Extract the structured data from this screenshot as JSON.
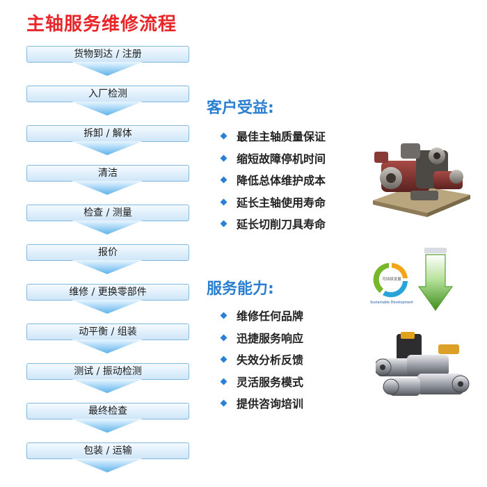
{
  "title": "主轴服务维修流程",
  "steps": [
    "货物到达 / 注册",
    "入厂检测",
    "拆卸 / 解体",
    "清洁",
    "检查 / 测量",
    "报价",
    "维修 / 更换零部件",
    "动平衡 / 组装",
    "测试 / 振动检测",
    "最终检查",
    "包装 / 运输"
  ],
  "benefits": {
    "heading": "客户受益:",
    "items": [
      "最佳主轴质量保证",
      "缩短故障停机时间",
      "降低总体维护成本",
      "延长主轴使用寿命",
      "延长切削刀具寿命"
    ]
  },
  "capability": {
    "heading": "服务能力:",
    "items": [
      "维修任何品牌",
      "迅捷服务响应",
      "失效分析反馈",
      "灵活服务模式",
      "提供咨询培训"
    ]
  },
  "logo": {
    "top_text": "可持续发展",
    "bottom_text": "Sustainable Development"
  }
}
